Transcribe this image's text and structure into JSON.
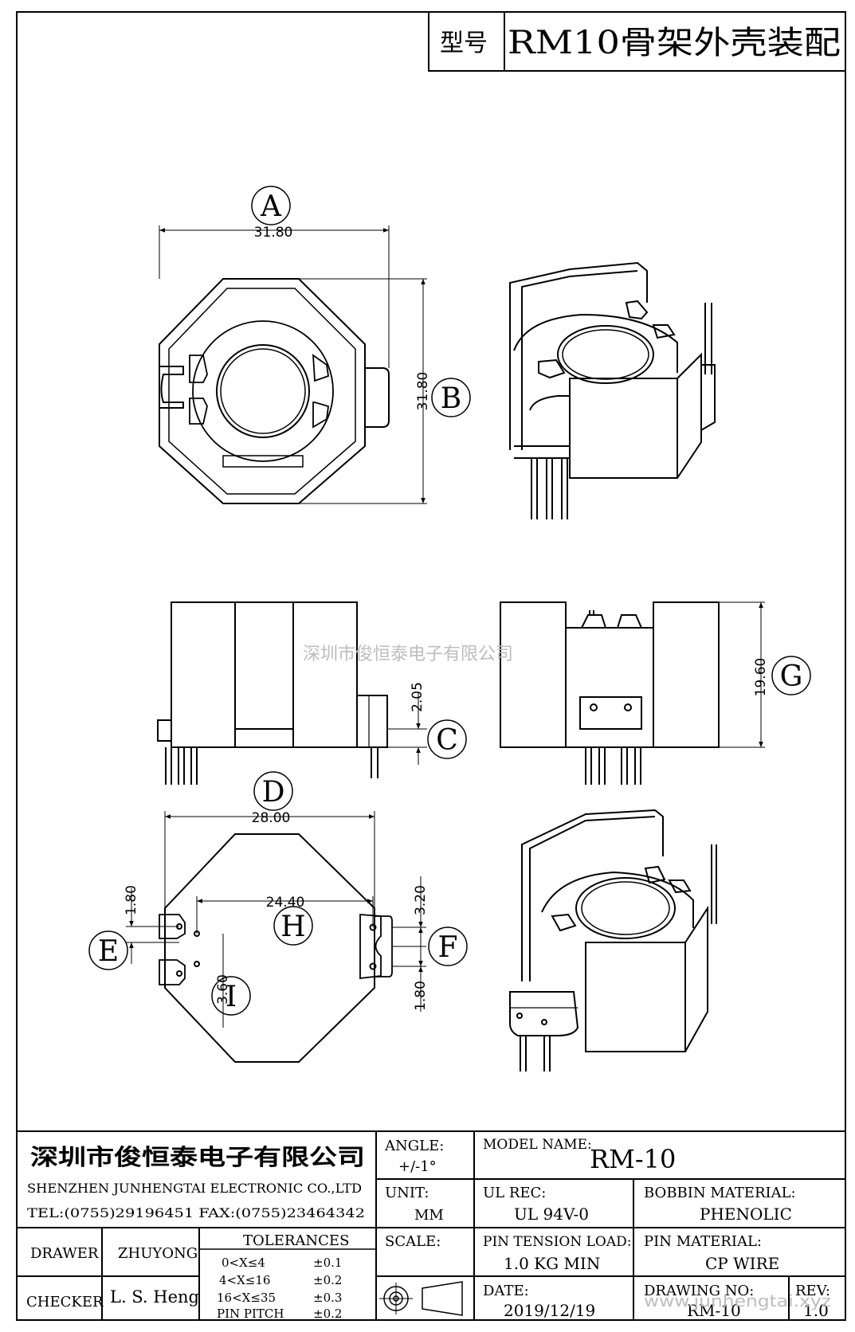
{
  "title_box": {
    "label": "型号",
    "value": "RM10骨架外壳装配"
  },
  "dimensions": {
    "a": {
      "letter": "A",
      "value": "31.80"
    },
    "b": {
      "letter": "B",
      "value": "31.80"
    },
    "c": {
      "letter": "C",
      "value": "2.05"
    },
    "d": {
      "letter": "D",
      "value": "28.00"
    },
    "e": {
      "letter": "E",
      "value": "1.80"
    },
    "f": {
      "letter": "F",
      "value": "3.20"
    },
    "f2": {
      "value": "1.80"
    },
    "g": {
      "letter": "G",
      "value": "19.60"
    },
    "h": {
      "letter": "H",
      "value": "24.40"
    },
    "i": {
      "letter": "I",
      "value": "3.60"
    }
  },
  "watermark_center": "深圳市俊恒泰电子有限公司",
  "watermark_corner": "www.junhengtai.xyz",
  "title_block": {
    "company_cn": "深圳市俊恒泰电子有限公司",
    "company_en": "SHENZHEN JUNHENGTAI ELECTRONIC CO.,LTD",
    "contact": "TEL:(0755)29196451 FAX:(0755)23464342",
    "angle_label": "ANGLE:",
    "angle_value": "+/-1°",
    "model_label": "MODEL NAME:",
    "model_value": "RM-10",
    "unit_label": "UNIT:",
    "unit_value": "MM",
    "ul_label": "UL REC:",
    "ul_value": "UL 94V-0",
    "bobbin_label": "BOBBIN MATERIAL:",
    "bobbin_value": "PHENOLIC",
    "drawer_label": "DRAWER",
    "drawer_value": "ZHUYONG",
    "checker_label": "CHECKER",
    "checker_value": "L. S. Heng",
    "tolerances_label": "TOLERANCES",
    "tolerances": [
      {
        "range": "0<X≤4",
        "value": "±0.1"
      },
      {
        "range": "4<X≤16",
        "value": "±0.2"
      },
      {
        "range": "16<X≤35",
        "value": "±0.3"
      },
      {
        "range": "PIN PITCH",
        "value": "±0.2"
      }
    ],
    "scale_label": "SCALE:",
    "pin_tension_label": "PIN TENSION LOAD:",
    "pin_tension_value": "1.0 KG MIN",
    "pin_material_label": "PIN MATERIAL:",
    "pin_material_value": "CP WIRE",
    "date_label": "DATE:",
    "date_value": "2019/12/19",
    "drawing_no_label": "DRAWING NO:",
    "drawing_no_value": "RM-10",
    "rev_label": "REV:",
    "rev_value": "1.0"
  }
}
